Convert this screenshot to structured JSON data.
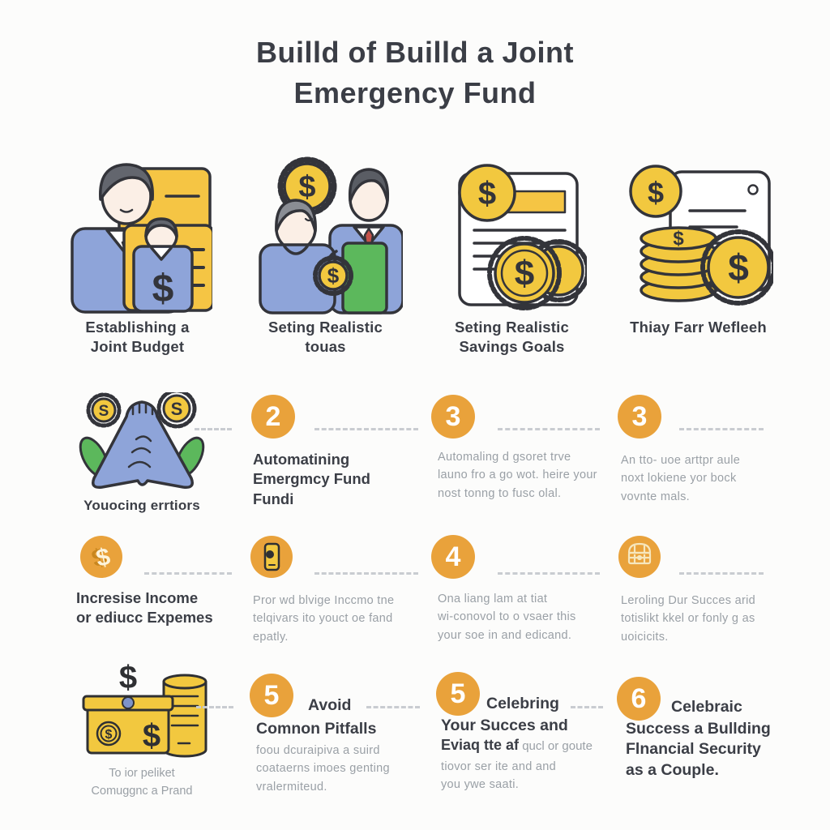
{
  "title": "Builld of Builld a Joint\nEmergency Fund",
  "glyphs": {
    "dollar": "$",
    "s_letter": "S"
  },
  "colors": {
    "accent_orange": "#E9A23B",
    "coin_gold": "#F2C83F",
    "doc_yellow": "#F5C544",
    "figure_blue": "#8EA4D9",
    "board_green": "#5CB85C",
    "outline_ink": "#33343A",
    "text_dark": "#3B3E46",
    "text_gray": "#9AA0A6"
  },
  "row1": {
    "cells": [
      {
        "icon": "couple-joint-budget-icon",
        "label": "Establishing a\nJoint Budget"
      },
      {
        "icon": "couple-coin-goals-icon",
        "label": "Seting Realistic\ntouas"
      },
      {
        "icon": "savings-document-coins-icon",
        "label": "Seting Realistic\nSavings Goals"
      },
      {
        "icon": "coin-stack-invoice-icon",
        "label": "Thiay Farr Wefleeh"
      }
    ]
  },
  "row2": {
    "cells": [
      {
        "icon": "clasped-hands-coins-icon",
        "label": "Youocing errtiors"
      },
      {
        "number": "2",
        "heading": "Automatining\nEmergmcy Fund\nFundi"
      },
      {
        "number": "3",
        "body": "Automaling d gsoret trve\nlauno fro a go wot. heire your\nnost tonng to fusc olal."
      },
      {
        "number": "3",
        "body": "An tto- uoe arttpr aule\nnoxt lokiene yor bock\nvovnte mals."
      }
    ]
  },
  "row3": {
    "cells": [
      {
        "icon": "dollar-flame-badge-icon",
        "heading": "Incresise Income\nor ediucc Expemes"
      },
      {
        "icon": "mobile-payment-badge-icon",
        "body": "Pror wd blvige Inccmo tne\ntelqivars ito youct oe fand\nepatly."
      },
      {
        "number": "4",
        "body": "Ona liang lam at tiat\nwi-conovol to o vsaer this\nyour soe in and edicand."
      },
      {
        "icon": "treasure-chest-badge-icon",
        "body": "Leroling Dur Succes arid\ntotislikt kkel or fonly g as\nuoicicits."
      }
    ]
  },
  "row4": {
    "cells": [
      {
        "icon": "savings-box-jar-icon",
        "caption": "To ior peliket\nComuggnc a Prand"
      },
      {
        "number": "5",
        "word": "Avoid",
        "heading": "Comnon Pitfalls",
        "body": "foou dcuraipiva a suird\ncoataerns imoes genting\nvralermiteud."
      },
      {
        "number": "5",
        "word": "Celebring",
        "heading": "Your Succes and",
        "mixed_bold": "Eviaq tte af",
        "mixed_gray": " qucl or goute",
        "body": "tiovor ser ite and and\nyou ywe saati."
      },
      {
        "number": "6",
        "word": "Celebraic",
        "heading": "Success a Bullding\nFlnancial Security\nas a Couple."
      }
    ]
  }
}
